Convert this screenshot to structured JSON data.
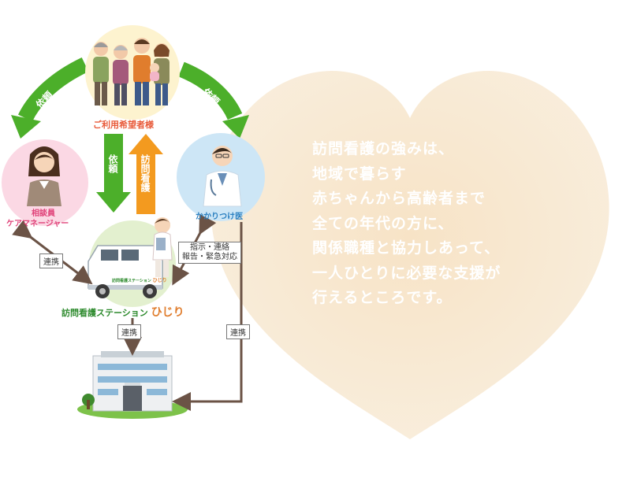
{
  "message_lines": [
    "訪問看護の強みは、",
    "地域で暮らす",
    "赤ちゃんから高齢者まで",
    "全ての年代の方に、",
    "関係職種と協力しあって、",
    "一人ひとりに必要な支援が",
    "行えるところです。"
  ],
  "nodes": {
    "family": "ご利用希望者様",
    "care_manager_line1": "相談員",
    "care_manager_line2": "ケアマネージャー",
    "doctor": "かかりつけ医",
    "station_prefix": "訪問看護ステーション",
    "station_name": "ひじり",
    "van_sign": "訪問看護ステーション",
    "van_sign_name": "ひじり"
  },
  "edges": {
    "request_left": "依頼",
    "request_right": "依頼",
    "request_down": "依頼",
    "visit_up": "訪問看護",
    "cooperation_cm": "連携",
    "instruction_line1": "指示・連絡",
    "instruction_line2": "報告・緊急対応",
    "cooperation_hospital": "連携",
    "cooperation_doctor": "連携"
  },
  "colors": {
    "green_arrow": "#4caf2a",
    "orange_arrow": "#f39a1f",
    "heart": "#f8ebd8",
    "brown_line": "#6b5346",
    "family_label": "#e85a3a",
    "cm_label": "#e0457b",
    "doctor_label": "#2a7fc0",
    "station_label": "#2e8b2e"
  }
}
